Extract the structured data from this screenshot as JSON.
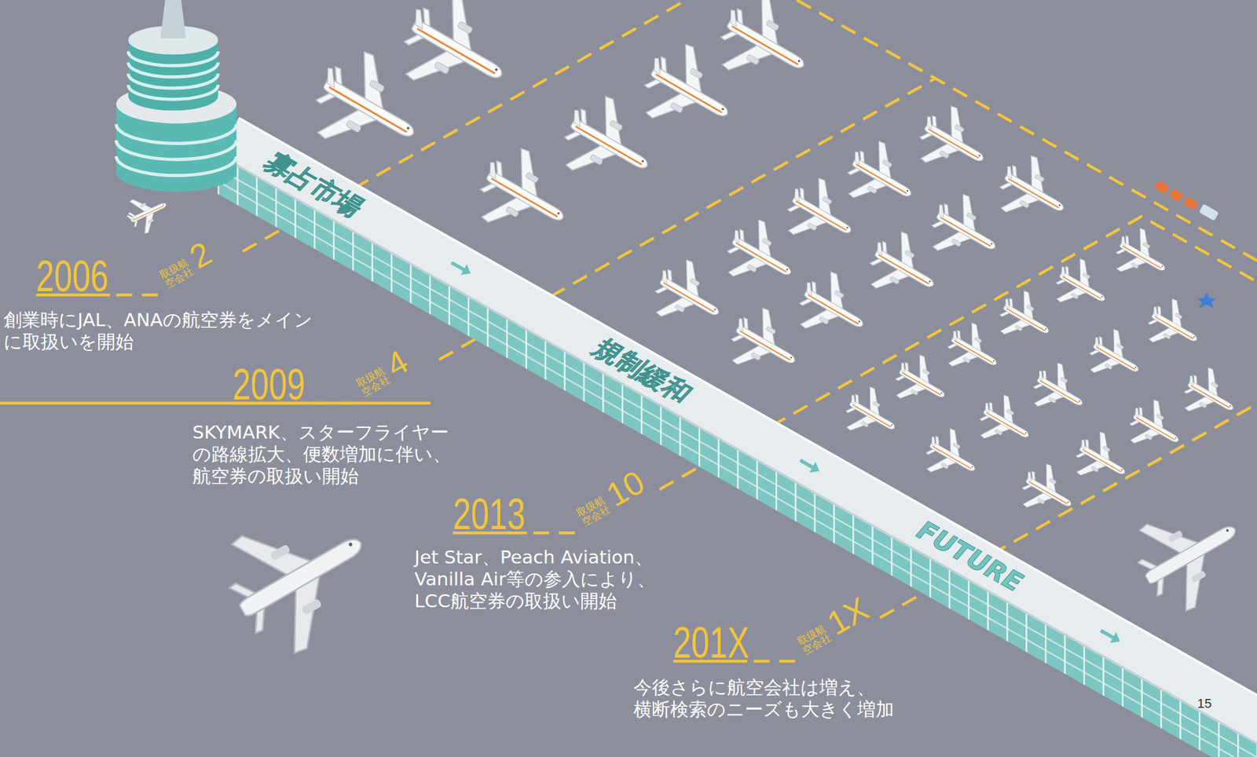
{
  "diagram": {
    "nodes": [
      {
        "text": [
          "寡占市場",
          "規制緩和",
          "FUTURE"
        ]
      }
    ],
    "labels": [
      "2006",
      "取扱航空会社",
      "2",
      "創業時にJAL、ANAの航空券をメイン に取扱いを開始",
      "2009",
      "取扱航空会社",
      "4",
      "SKYMARK、スターフライヤー の路線拡大、便数増加に伴い、 航空券の取扱い開始",
      "2013",
      "取扱航空会社",
      "10",
      "Jet Star、Peach Aviation、 Vanilla Air等の参入により、 LCC航空券の取扱い開始",
      "201X",
      "取扱航空会社",
      "1X",
      "今後さらに航空会社は増え、 横断検索のニーズも大きく増加",
      "15"
    ]
  }
}
